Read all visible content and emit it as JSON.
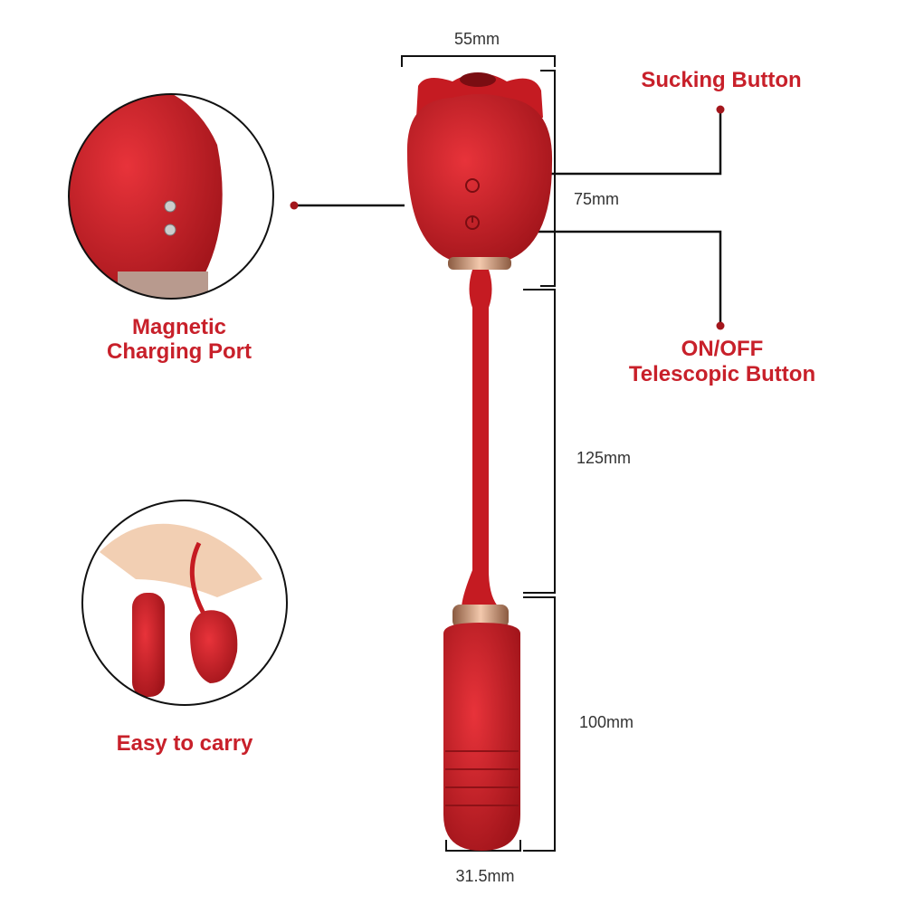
{
  "dimensions": {
    "width_top": "55mm",
    "head_height": "75mm",
    "stem_length": "125mm",
    "body_length": "100mm",
    "body_width": "31.5mm"
  },
  "callouts": {
    "sucking_button": "Sucking Button",
    "onoff_line1": "ON/OFF",
    "onoff_line2": "Telescopic Button",
    "charging_line1": "Magnetic",
    "charging_line2": "Charging Port",
    "carry": "Easy to carry"
  },
  "colors": {
    "accent": "#c8202a",
    "product": "#cf1d24",
    "line": "#111111"
  }
}
